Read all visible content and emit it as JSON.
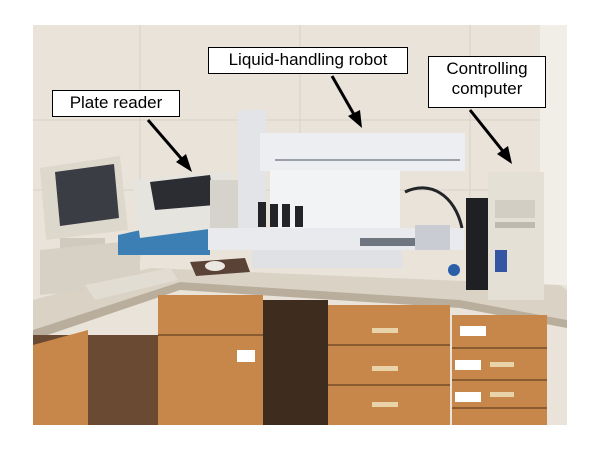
{
  "labels": {
    "plate_reader": "Plate reader",
    "robot": "Liquid-handling robot",
    "computer_line1": "Controlling",
    "computer_line2": "computer"
  },
  "colors": {
    "wall": "#e9e3da",
    "bench_top": "#d9d2c5",
    "cabinet_wood": "#c8874a",
    "floor_shadow": "#6a4a32",
    "robot_body": "#e8eaee",
    "monitor": "#dcd8cc",
    "plate_reader_blue": "#3c7fb4",
    "label_border": "#000000"
  }
}
